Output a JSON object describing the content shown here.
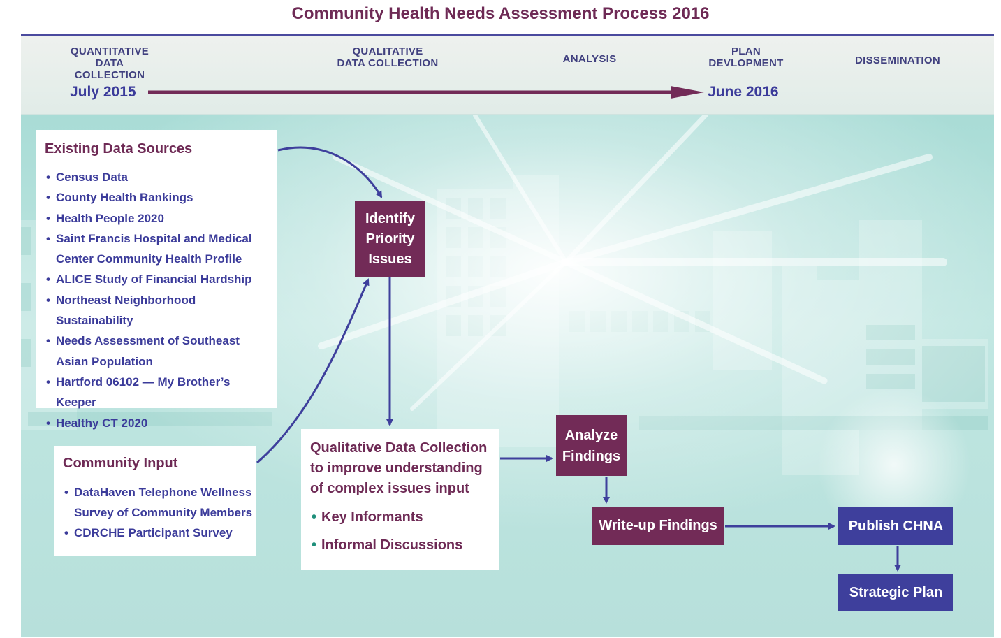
{
  "title": "Community Health Needs Assessment Process 2016",
  "colors": {
    "maroon": "#722b57",
    "indigo": "#3e3f9c",
    "text_blue": "#3b3b9a",
    "teal_background": "#b5e1dc"
  },
  "timeline": {
    "phases": [
      {
        "line1": "QUANTITATIVE",
        "line2": "DATA COLLECTION"
      },
      {
        "line1": "QUALITATIVE",
        "line2": "DATA COLLECTION"
      },
      {
        "line1": "ANALYSIS",
        "line2": ""
      },
      {
        "line1": "PLAN",
        "line2": "DEVLOPMENT"
      },
      {
        "line1": "DISSEMINATION",
        "line2": ""
      }
    ],
    "start": "July 2015",
    "end": "June 2016"
  },
  "existing_data": {
    "heading": "Existing Data Sources",
    "items": [
      "Census Data",
      "County Health Rankings",
      "Health People 2020",
      "Saint Francis Hospital and Medical Center Community Health Profile",
      "ALICE Study of Financial Hardship",
      "Northeast Neighborhood Sustainability",
      "Needs Assessment of Southeast Asian Population",
      "Hartford 06102 — My Brother’s Keeper",
      "Healthy CT 2020"
    ]
  },
  "community_input": {
    "heading": "Community Input",
    "items": [
      "DataHaven Telephone Wellness Survey of Community Members",
      "CDRCHE Participant Survey"
    ]
  },
  "qualitative": {
    "heading": "Qualitative Data Collection to improve understanding of complex issues input",
    "items": [
      "Key Informants",
      "Informal Discussions"
    ]
  },
  "steps": {
    "identify": "Identify Priority Issues",
    "analyze": "Analyze Findings",
    "writeup": "Write-up Findings",
    "publish": "Publish CHNA",
    "strategic": "Strategic Plan"
  }
}
